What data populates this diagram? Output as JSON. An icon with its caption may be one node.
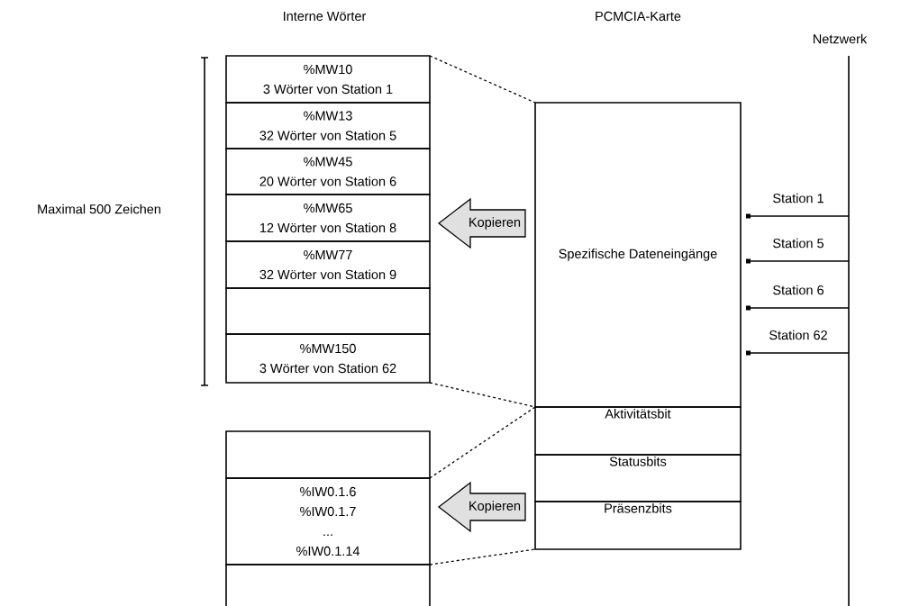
{
  "diagram": {
    "nodes": [
      {
        "text": [
          "%MW10",
          "3 Wörter von Station 1"
        ]
      },
      {
        "text": [
          "%MW13",
          "32 Wörter von Station 5"
        ]
      },
      {
        "text": [
          "%MW45",
          "20 Wörter von Station 6"
        ]
      },
      {
        "text": [
          "%MW65",
          "12 Wörter von Station 8"
        ]
      },
      {
        "text": [
          "%MW77",
          "32 Wörter von Station 9"
        ]
      },
      {
        "text": [],
        "shape": "box"
      },
      {
        "text": [
          "%MW150",
          "3 Wörter von Station 62"
        ]
      },
      {
        "text": [],
        "shape": "box"
      },
      {
        "text": [
          "%IW0.1.6",
          "%IW0.1.7",
          "...",
          "%IW0.1.14"
        ]
      },
      {
        "text": [],
        "shape": "box"
      },
      {
        "text": [
          "Spezifische Dateneingänge"
        ]
      },
      {
        "text": [
          "Aktivitätsbit"
        ]
      },
      {
        "text": [
          "Statusbits"
        ]
      },
      {
        "text": [
          "Präsenzbits"
        ]
      },
      {
        "text": [
          "Netzwerk"
        ]
      }
    ],
    "edges": [
      {
        "from": 10,
        "to": 3,
        "arrow": "to",
        "label": "Kopieren"
      },
      {
        "from": 13,
        "to": 8,
        "arrow": "to",
        "label": "Kopieren"
      },
      {
        "from": 0,
        "to": 10,
        "arrow": "none",
        "style": "dashed"
      },
      {
        "from": 6,
        "to": 10,
        "arrow": "none",
        "style": "dashed"
      },
      {
        "from": 8,
        "to": 11,
        "arrow": "none",
        "style": "dashed"
      },
      {
        "from": 8,
        "to": 13,
        "arrow": "none",
        "style": "dashed"
      },
      {
        "from": 14,
        "to": 10,
        "arrow": "other",
        "label": "Station 1"
      },
      {
        "from": 14,
        "to": 10,
        "arrow": "other",
        "label": "Station 5"
      },
      {
        "from": 14,
        "to": 10,
        "arrow": "other",
        "label": "Station 6"
      },
      {
        "from": 14,
        "to": 10,
        "arrow": "other",
        "label": "Station 62"
      }
    ],
    "labels": [
      "Interne Wörter",
      "PCMCIA-Karte",
      "Maximal 500 Zeichen"
    ]
  }
}
